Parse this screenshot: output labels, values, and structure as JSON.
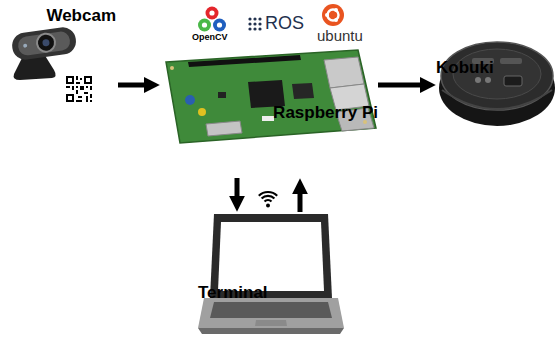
{
  "diagram": {
    "nodes": [
      {
        "text": [
          "Webcam"
        ]
      },
      {
        "text": [
          "Raspberry Pi"
        ]
      },
      {
        "text": [
          "Kobuki"
        ]
      },
      {
        "text": [
          "Terminal"
        ]
      }
    ],
    "edges": [
      {
        "from": 0,
        "to": 1,
        "arrow": "to"
      },
      {
        "from": 1,
        "to": 2,
        "arrow": "to"
      },
      {
        "from": 1,
        "to": 3,
        "arrow": "to"
      },
      {
        "from": 3,
        "to": 1,
        "arrow": "to"
      }
    ],
    "labels": [
      "OpenCV",
      "ROS",
      "ubuntu"
    ]
  }
}
